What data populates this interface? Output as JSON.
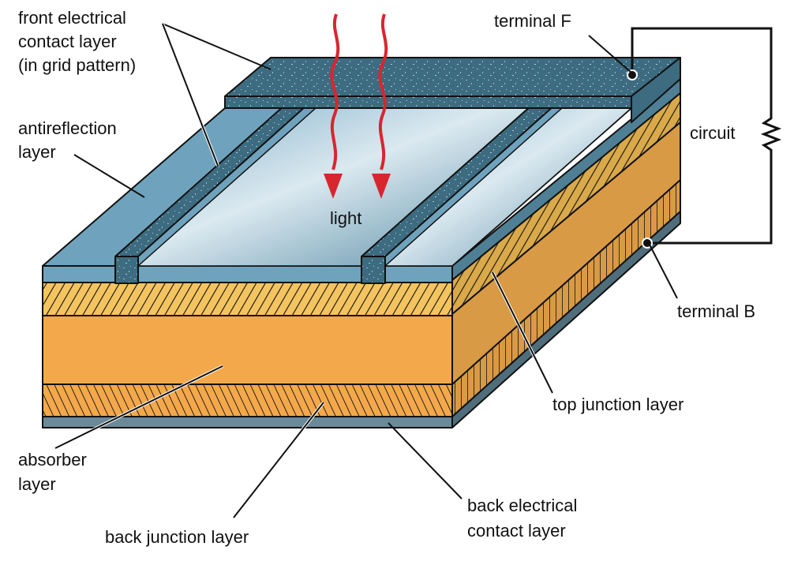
{
  "labels": {
    "front_contact": [
      "front electrical",
      "contact layer",
      "(in grid pattern)"
    ],
    "antireflection": [
      "antireflection",
      "layer"
    ],
    "light": "light",
    "terminal_f": "terminal F",
    "circuit": "circuit",
    "terminal_b": "terminal B",
    "top_junction": "top junction layer",
    "absorber": [
      "absorber",
      "layer"
    ],
    "back_junction": "back junction layer",
    "back_contact": [
      "back electrical",
      "contact layer"
    ]
  },
  "colors": {
    "contact_grid": "#3d6b80",
    "antireflection": "#6fa3bd",
    "glass_light": "#dbe9f0",
    "glass_dark": "#4f86a0",
    "top_junction": "#f4c460",
    "absorber": "#f4a84c",
    "absorber_side": "#d99a45",
    "back_junction": "#f4a84c",
    "back_contact": "#6a8a98",
    "light_ray": "#d8262e"
  }
}
